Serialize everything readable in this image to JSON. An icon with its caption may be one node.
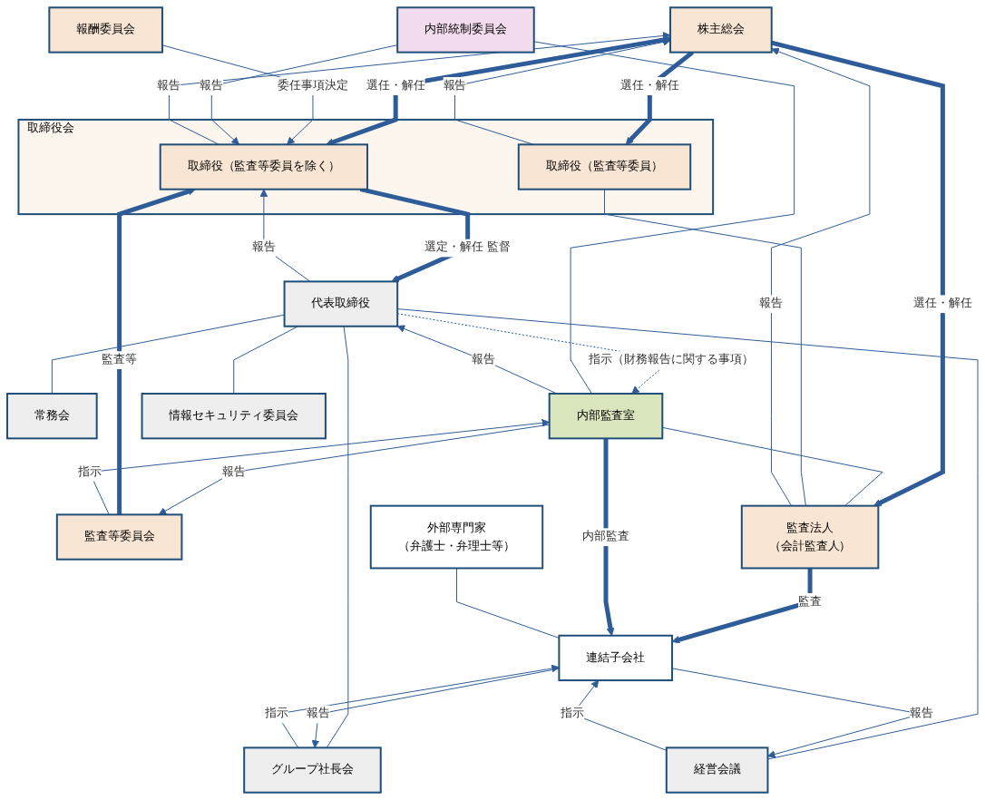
{
  "diagram": {
    "nodes": [
      {
        "text": [
          "株主総会"
        ]
      },
      {
        "text": [
          "取締役会"
        ]
      },
      {
        "text": [
          "取締役（監査等委員を除く）"
        ],
        "in": 1
      },
      {
        "text": [
          "監査等委員会"
        ]
      },
      {
        "text": [
          "取締役（監査等委員）"
        ],
        "in": 1
      },
      {
        "text": [
          "報酬委員会"
        ]
      },
      {
        "text": [
          "監査法人",
          "（会計監査人）"
        ]
      },
      {
        "text": [
          "内部統制委員会"
        ]
      },
      {
        "text": [
          "代表取締役"
        ]
      },
      {
        "text": [
          "常務会"
        ]
      },
      {
        "text": [
          "内部監査室"
        ]
      },
      {
        "text": [
          "グループ社長会"
        ]
      },
      {
        "text": [
          "経営会議"
        ]
      },
      {
        "text": [
          "情報セキュリティ委員会"
        ]
      },
      {
        "text": [
          "連結子会社"
        ]
      },
      {
        "text": [
          "外部専門家",
          "（弁護士・弁理士等）"
        ]
      }
    ],
    "edges": [
      {
        "from": 0,
        "to": 2,
        "arrow": "to",
        "label": "選任・解任",
        "style": "thick"
      },
      {
        "from": 2,
        "to": 0,
        "arrow": "to",
        "label": "報告"
      },
      {
        "from": 0,
        "to": 4,
        "arrow": "to",
        "label": "選任・解任",
        "style": "thick"
      },
      {
        "from": 4,
        "to": 0,
        "arrow": "to",
        "label": "報告"
      },
      {
        "from": 0,
        "to": 6,
        "arrow": "to",
        "label": "選任・解任",
        "style": "thick"
      },
      {
        "from": 6,
        "to": 0,
        "arrow": "to",
        "label": "報告"
      },
      {
        "from": 5,
        "to": 2,
        "arrow": "to",
        "label": "委任事項決定"
      },
      {
        "from": 3,
        "to": 2,
        "arrow": "to",
        "label": "監査等",
        "style": "thick"
      },
      {
        "from": 2,
        "to": 8,
        "arrow": "to",
        "label": "選定・解任 監督",
        "style": "thick"
      },
      {
        "from": 8,
        "to": 2,
        "arrow": "to",
        "label": "報告"
      },
      {
        "from": 7,
        "to": 2,
        "arrow": "to",
        "label": "報告"
      },
      {
        "from": 3,
        "to": 10,
        "arrow": "to",
        "label": "指示"
      },
      {
        "from": 10,
        "to": 3,
        "arrow": "to",
        "label": "報告"
      },
      {
        "from": 6,
        "to": 14,
        "arrow": "to",
        "label": "監査",
        "style": "thick"
      },
      {
        "from": 8,
        "to": 10,
        "arrow": "to",
        "label": "指示（財務報告に関する事項）",
        "style": "dashed"
      },
      {
        "from": 10,
        "to": 8,
        "arrow": "to",
        "label": "報告"
      },
      {
        "from": 7,
        "to": 10,
        "arrow": "none"
      },
      {
        "from": 10,
        "to": 14,
        "arrow": "to",
        "label": "内部監査",
        "style": "thick"
      },
      {
        "from": 8,
        "to": 9,
        "arrow": "none"
      },
      {
        "from": 8,
        "to": 11,
        "arrow": "none"
      },
      {
        "from": 8,
        "to": 12,
        "arrow": "none"
      },
      {
        "from": 8,
        "to": 13,
        "arrow": "none"
      },
      {
        "from": 11,
        "to": 14,
        "arrow": "to",
        "label": "指示"
      },
      {
        "from": 14,
        "to": 11,
        "arrow": "to",
        "label": "報告"
      },
      {
        "from": 12,
        "to": 14,
        "arrow": "to",
        "label": "指示"
      },
      {
        "from": 14,
        "to": 12,
        "arrow": "to",
        "label": "報告"
      },
      {
        "from": 10,
        "to": 6,
        "arrow": "none"
      },
      {
        "from": 4,
        "to": 6,
        "arrow": "none"
      },
      {
        "from": 15,
        "to": 14,
        "arrow": "none"
      }
    ]
  }
}
